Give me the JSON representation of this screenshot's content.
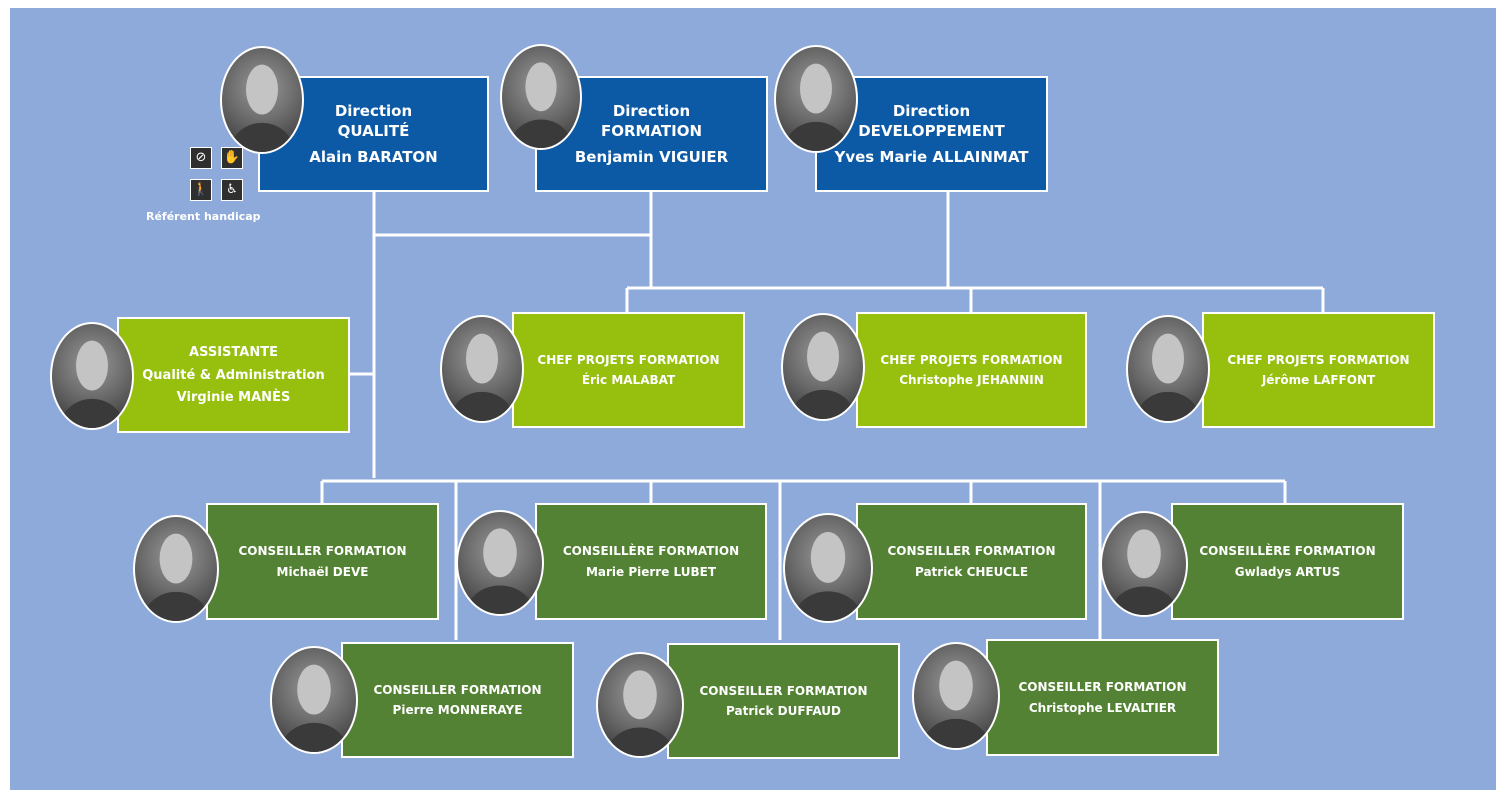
{
  "directions": [
    {
      "line1": "Direction",
      "line2": "QUALITÉ",
      "name": "Alain BARATON"
    },
    {
      "line1": "Direction",
      "line2": "FORMATION",
      "name": "Benjamin VIGUIER"
    },
    {
      "line1": "Direction",
      "line2": "DEVELOPPEMENT",
      "name": "Yves Marie ALLAINMAT"
    }
  ],
  "handicap": {
    "label": "Référent handicap"
  },
  "assistante": {
    "title": "ASSISTANTE",
    "subtitle": "Qualité & Administration",
    "name": "Virginie  MANÈS"
  },
  "chefs": [
    {
      "title": "CHEF PROJETS FORMATION",
      "name": "Éric MALABAT"
    },
    {
      "title": "CHEF PROJETS FORMATION",
      "name": "Christophe JEHANNIN"
    },
    {
      "title": "CHEF PROJETS FORMATION",
      "name": "Jérôme LAFFONT"
    }
  ],
  "conseillers_top": [
    {
      "title": "CONSEILLER FORMATION",
      "name": "Michaël DEVE"
    },
    {
      "title": "CONSEILLÈRE FORMATION",
      "name": "Marie Pierre LUBET"
    },
    {
      "title": "CONSEILLER FORMATION",
      "name": "Patrick CHEUCLE"
    },
    {
      "title": "CONSEILLÈRE FORMATION",
      "name": "Gwladys ARTUS"
    }
  ],
  "conseillers_bottom": [
    {
      "title": "CONSEILLER FORMATION",
      "name": "Pierre MONNERAYE"
    },
    {
      "title": "CONSEILLER FORMATION",
      "name": "Patrick DUFFAUD"
    },
    {
      "title": "CONSEILLER FORMATION",
      "name": "Christophe LEVALTIER"
    }
  ],
  "colors": {
    "background": "#8eaadb",
    "direction": "#0c5aa6",
    "chef": "#97bf0d",
    "conseiller": "#548235",
    "connector": "#ffffff"
  }
}
